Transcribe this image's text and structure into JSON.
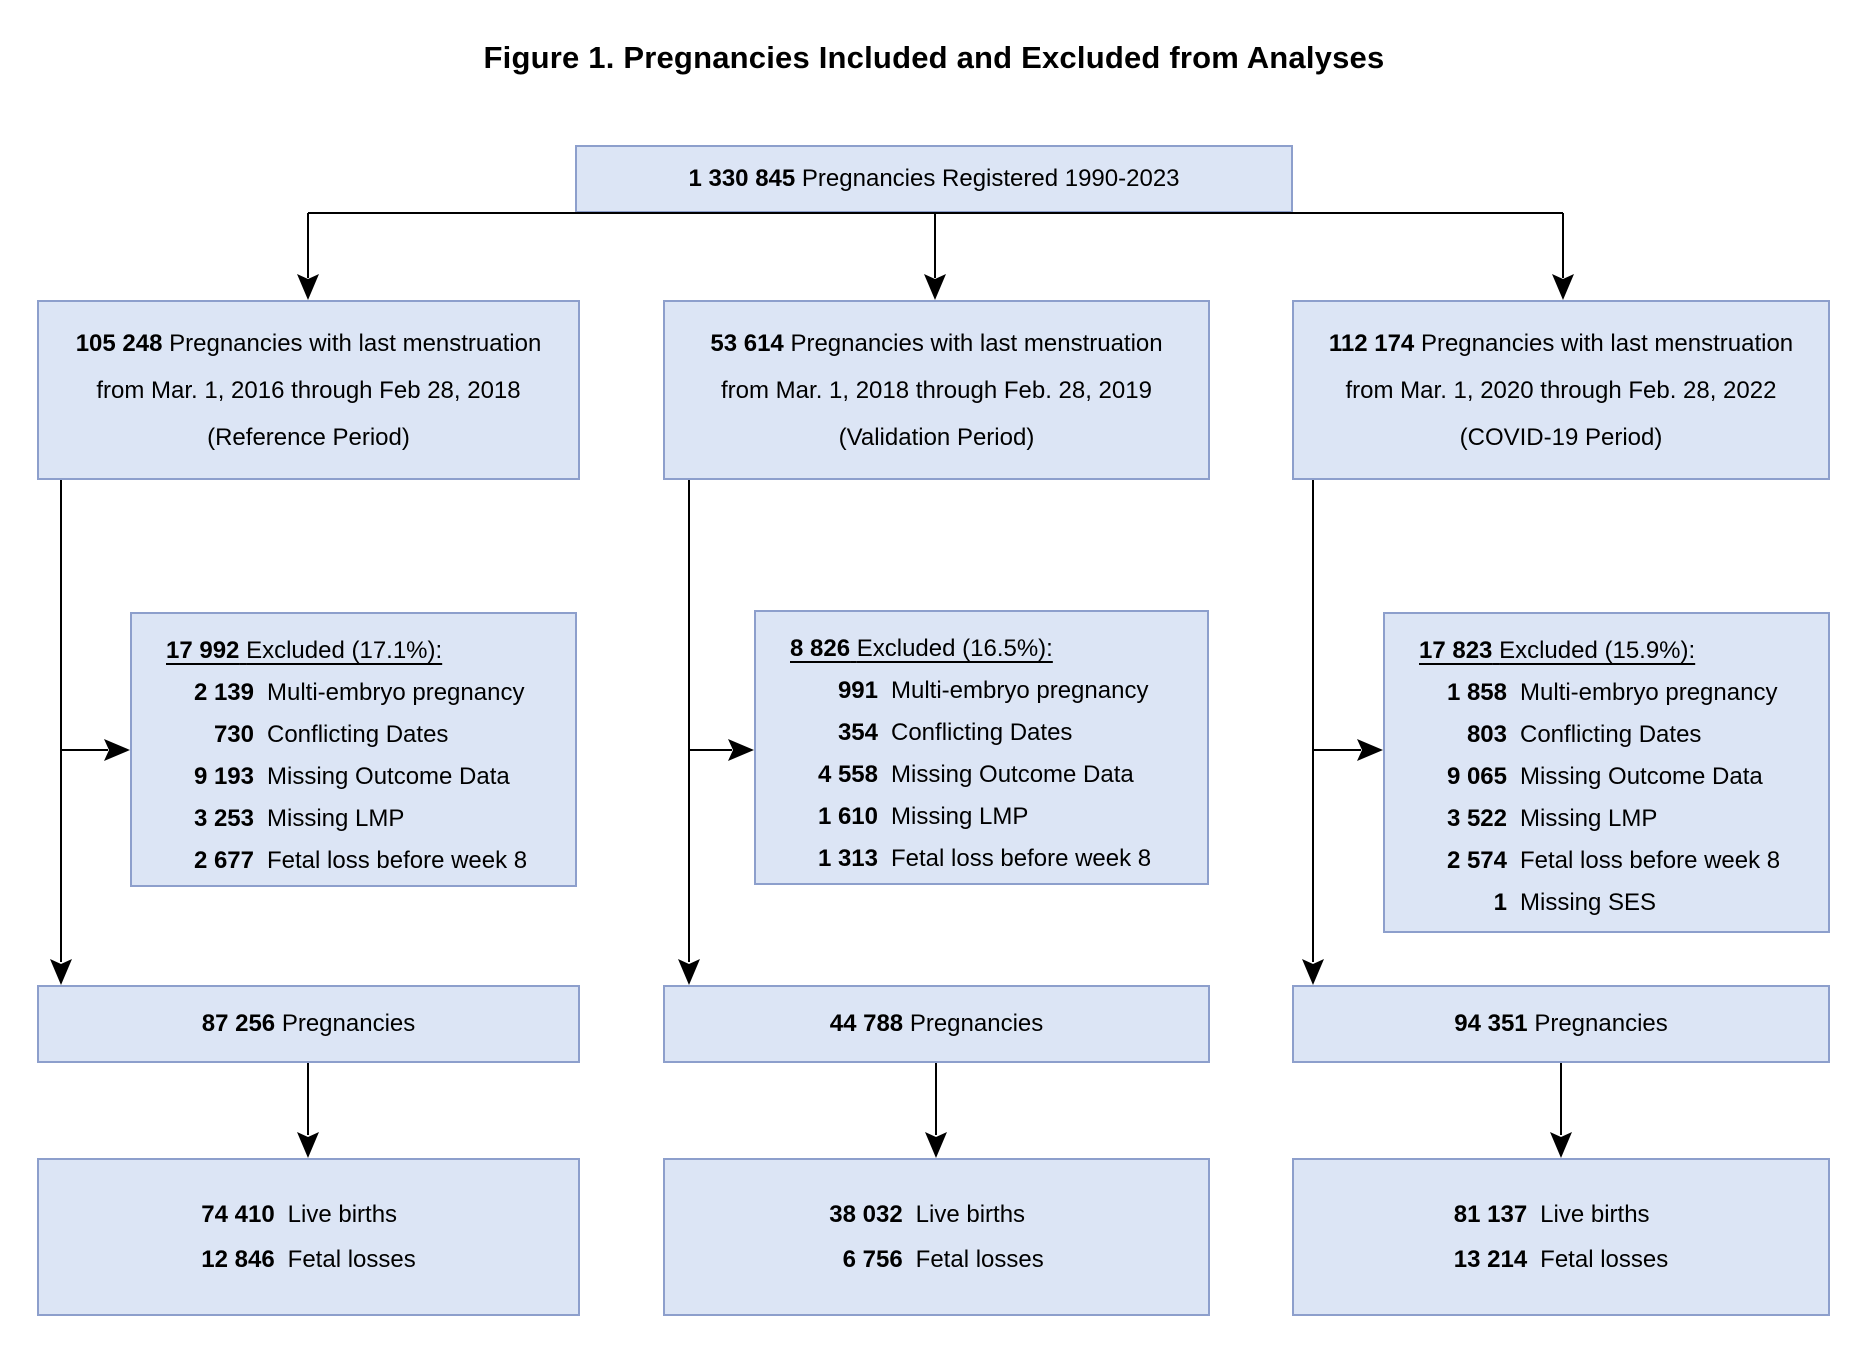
{
  "title": "Figure 1. Pregnancies Included and Excluded from Analyses",
  "root_box": {
    "value": "1 330 845",
    "label": "Pregnancies Registered 1990-2023"
  },
  "colors": {
    "box_fill": "#dce5f5",
    "box_border": "#8d9fcc",
    "connector_line": "#000000",
    "text": "#000000"
  },
  "columns": [
    {
      "id": "reference-period",
      "period_box": {
        "value": "105 248",
        "desc": "Pregnancies with last menstruation",
        "date_range": "from Mar. 1, 2016 through Feb 28, 2018",
        "period_name": "(Reference Period)"
      },
      "excluded_box": {
        "header": {
          "value": "17 992",
          "label": "Excluded (17.1%):"
        },
        "items": [
          {
            "value": "2 139",
            "label": "Multi-embryo pregnancy"
          },
          {
            "value": "730",
            "label": "Conflicting Dates"
          },
          {
            "value": "9 193",
            "label": "Missing Outcome Data"
          },
          {
            "value": "3 253",
            "label": "Missing LMP"
          },
          {
            "value": "2 677",
            "label": "Fetal loss before week 8"
          }
        ]
      },
      "pregnancies_box": {
        "value": "87 256",
        "label": "Pregnancies"
      },
      "outcome_box": {
        "items": [
          {
            "value": "74 410",
            "label": "Live births"
          },
          {
            "value": "12 846",
            "label": "Fetal losses"
          }
        ]
      }
    },
    {
      "id": "validation-period",
      "period_box": {
        "value": "53 614",
        "desc": "Pregnancies with last menstruation",
        "date_range": "from Mar. 1, 2018 through Feb. 28, 2019",
        "period_name": "(Validation Period)"
      },
      "excluded_box": {
        "header": {
          "value": "8 826",
          "label": "Excluded (16.5%):"
        },
        "items": [
          {
            "value": "991",
            "label": "Multi-embryo pregnancy"
          },
          {
            "value": "354",
            "label": "Conflicting Dates"
          },
          {
            "value": "4 558",
            "label": "Missing Outcome Data"
          },
          {
            "value": "1 610",
            "label": "Missing LMP"
          },
          {
            "value": "1 313",
            "label": "Fetal loss before week 8"
          }
        ]
      },
      "pregnancies_box": {
        "value": "44 788",
        "label": "Pregnancies"
      },
      "outcome_box": {
        "items": [
          {
            "value": "38 032",
            "label": "Live births"
          },
          {
            "value": "6 756",
            "label": "Fetal losses"
          }
        ]
      }
    },
    {
      "id": "covid-19-period",
      "period_box": {
        "value": "112 174",
        "desc": "Pregnancies with last menstruation",
        "date_range": "from Mar. 1, 2020 through Feb. 28, 2022",
        "period_name": "(COVID-19 Period)"
      },
      "excluded_box": {
        "header": {
          "value": "17 823",
          "label": "Excluded (15.9%):"
        },
        "items": [
          {
            "value": "1 858",
            "label": "Multi-embryo pregnancy"
          },
          {
            "value": "803",
            "label": "Conflicting Dates"
          },
          {
            "value": "9 065",
            "label": "Missing Outcome Data"
          },
          {
            "value": "3 522",
            "label": "Missing LMP"
          },
          {
            "value": "2 574",
            "label": "Fetal loss before week 8"
          },
          {
            "value": "1",
            "label": "Missing SES"
          }
        ]
      },
      "pregnancies_box": {
        "value": "94 351",
        "label": "Pregnancies"
      },
      "outcome_box": {
        "items": [
          {
            "value": "81 137",
            "label": "Live births"
          },
          {
            "value": "13 214",
            "label": "Fetal losses"
          }
        ]
      }
    }
  ]
}
